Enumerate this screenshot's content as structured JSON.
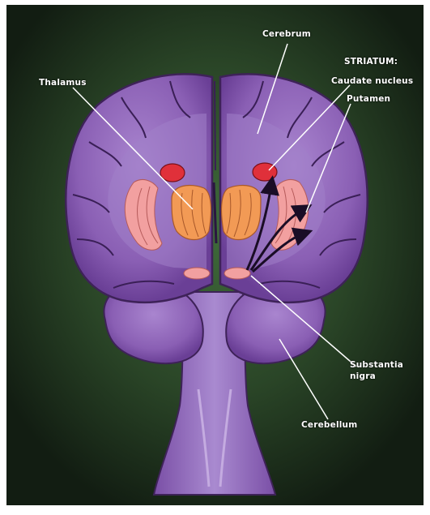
{
  "labels": {
    "cerebrum": "Cerebrum",
    "striatum": "STRIATUM:",
    "caudate": "Caudate nucleus",
    "putamen": "Putamen",
    "thalamus": "Thalamus",
    "substantia_line1": "Substantia",
    "substantia_line2": "nigra",
    "cerebellum": "Cerebellum"
  },
  "colors": {
    "background_dark": "#142114",
    "background_glow": "#3f6a3a",
    "brain_purple": "#8a5fb4",
    "brain_light": "#a985cf",
    "brain_dark": "#4a2a6e",
    "thalamus_orange": "#f29a55",
    "striatum_pink": "#f2a0a0",
    "nucleus_red": "#e0303a",
    "label_text": "#ffffff"
  }
}
